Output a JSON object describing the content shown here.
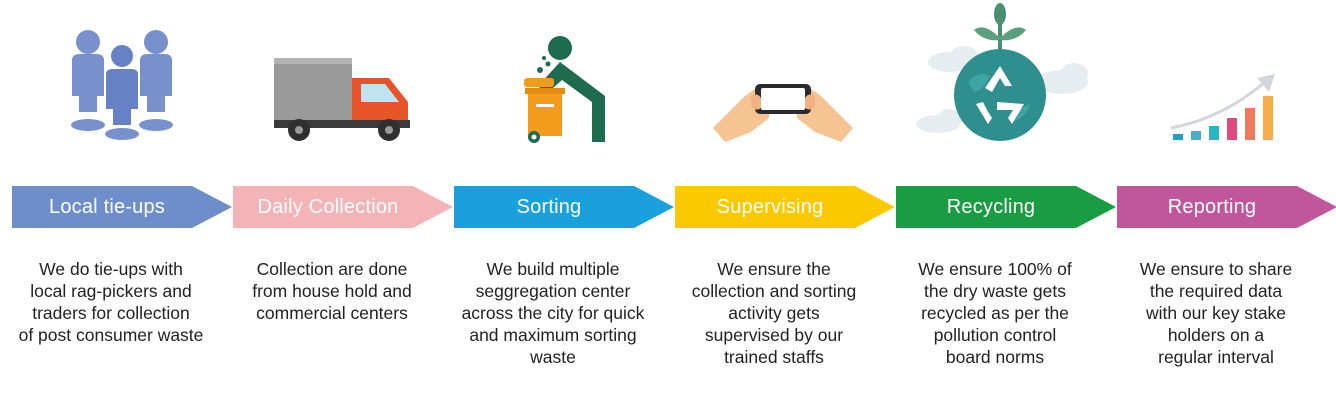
{
  "steps": [
    {
      "label": "Local tie-ups",
      "icon": "people-group-icon",
      "color": "#6d8ec9",
      "desc": [
        "We do tie-ups with",
        "local rag-pickers and",
        "traders for collection",
        "of post consumer waste"
      ]
    },
    {
      "label": "Daily Collection",
      "icon": "truck-icon",
      "color": "#f4b4b7",
      "desc": [
        "Collection are done",
        "from house hold and",
        "commercial centers"
      ]
    },
    {
      "label": "Sorting",
      "icon": "waste-bin-icon",
      "color": "#19a0dd",
      "desc": [
        "We build multiple",
        "seggregation center",
        "across the city for quick",
        "and maximum sorting",
        "waste"
      ]
    },
    {
      "label": "Supervising",
      "icon": "phone-hands-icon",
      "color": "#fcc800",
      "desc": [
        "We ensure the",
        "collection and sorting",
        "activity gets",
        "supervised by our",
        "trained staffs"
      ]
    },
    {
      "label": "Recycling",
      "icon": "recycle-globe-icon",
      "color": "#1a9c43",
      "desc": [
        "We ensure 100% of",
        "the dry waste gets",
        "recycled as per the",
        "pollution control",
        "board norms"
      ]
    },
    {
      "label": "Reporting",
      "icon": "growth-chart-icon",
      "color": "#c1579b",
      "desc": [
        "We ensure to share",
        "the required data",
        "with our key stake",
        "holders on a",
        "regular interval"
      ]
    }
  ]
}
